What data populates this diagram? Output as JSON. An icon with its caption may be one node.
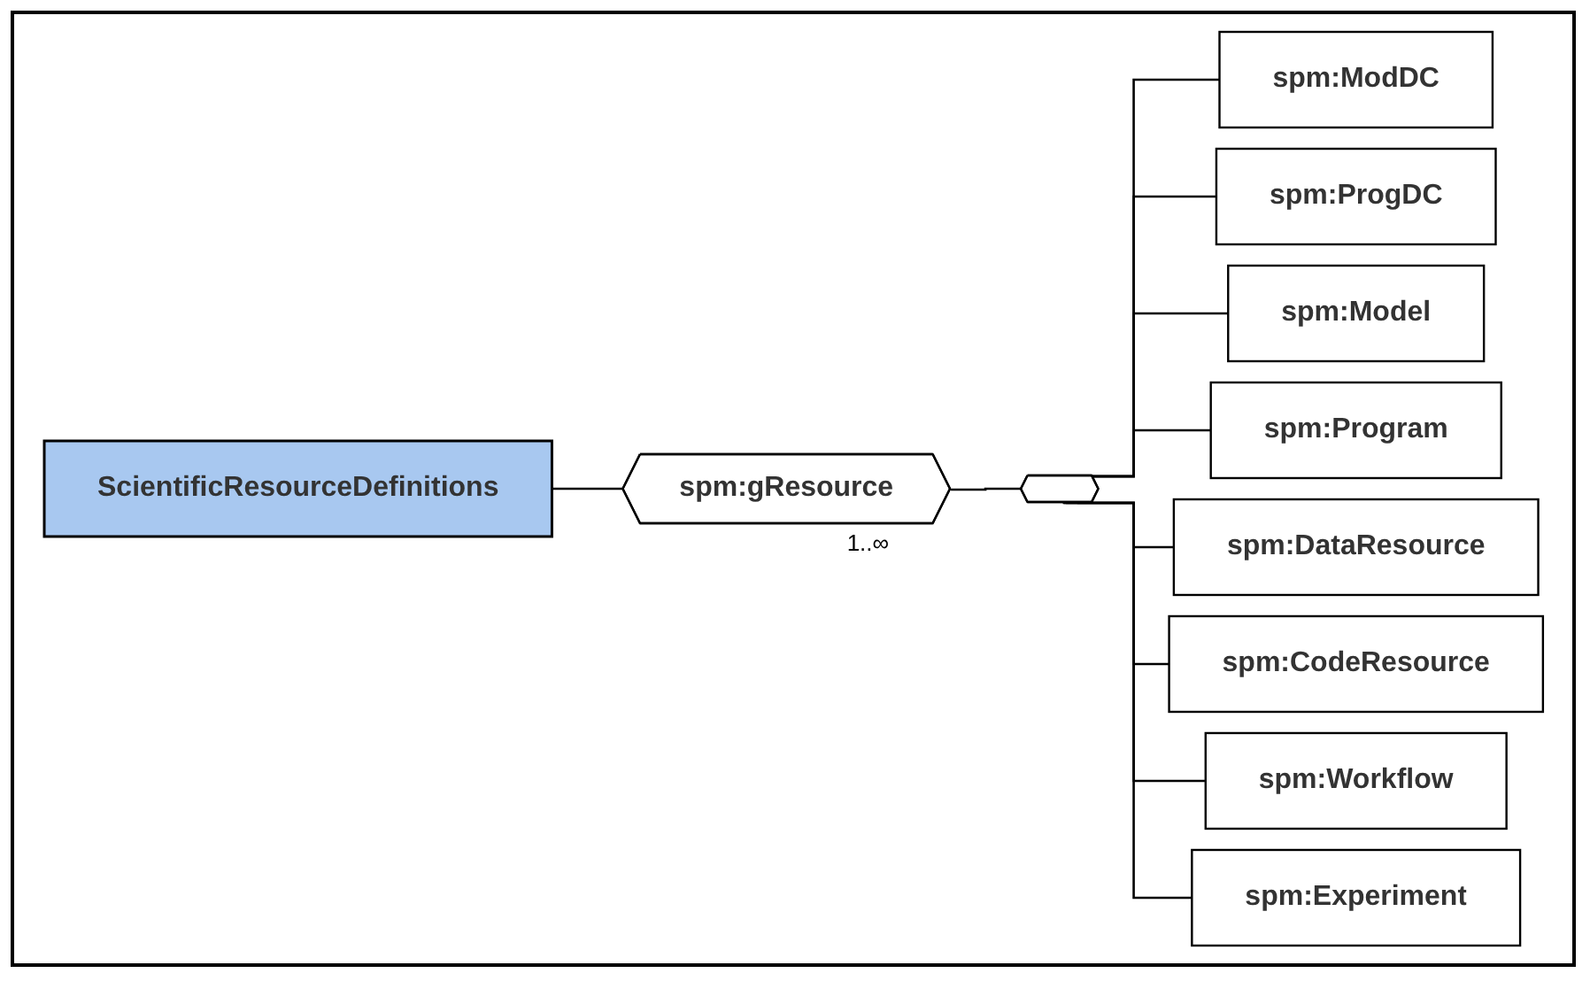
{
  "diagram": {
    "nodes": [
      {
        "text": [
          "ScientificResourceDefinitions"
        ]
      },
      {
        "text": [
          "spm:gResource"
        ],
        "beside": [
          "1..∞"
        ]
      },
      {
        "text": [],
        "shape": "hexagon"
      },
      {
        "text": [
          "spm:ModDC"
        ]
      },
      {
        "text": [
          "spm:ProgDC"
        ]
      },
      {
        "text": [
          "spm:Model"
        ]
      },
      {
        "text": [
          "spm:Program"
        ]
      },
      {
        "text": [
          "spm:DataResource"
        ]
      },
      {
        "text": [
          "spm:CodeResource"
        ]
      },
      {
        "text": [
          "spm:Workflow"
        ]
      },
      {
        "text": [
          "spm:Experiment"
        ]
      }
    ],
    "edges": [
      {
        "from": 0,
        "to": 1,
        "arrow": "none"
      },
      {
        "from": 1,
        "to": 2,
        "arrow": "none"
      },
      {
        "from": 2,
        "to": 3,
        "arrow": "none"
      },
      {
        "from": 2,
        "to": 4,
        "arrow": "none"
      },
      {
        "from": 2,
        "to": 5,
        "arrow": "none"
      },
      {
        "from": 2,
        "to": 6,
        "arrow": "none"
      },
      {
        "from": 2,
        "to": 7,
        "arrow": "none"
      },
      {
        "from": 2,
        "to": 8,
        "arrow": "none"
      },
      {
        "from": 2,
        "to": 9,
        "arrow": "none"
      },
      {
        "from": 2,
        "to": 10,
        "arrow": "none"
      }
    ]
  }
}
